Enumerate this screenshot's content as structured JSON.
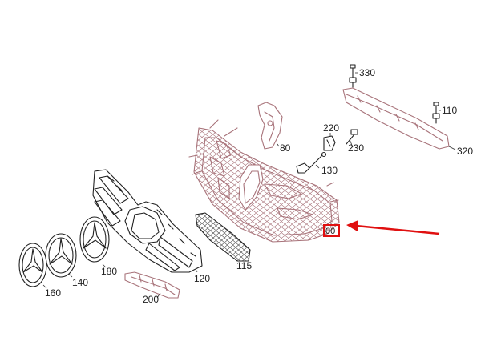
{
  "diagram": {
    "callouts": {
      "c330": "330",
      "c110": "110",
      "c320": "320",
      "c80": "80",
      "c220": "220",
      "c230": "230",
      "c130": "130",
      "c00": "00",
      "c115": "115",
      "c120": "120",
      "c180": "180",
      "c140": "140",
      "c160": "160",
      "c200": "200"
    },
    "highlight_color": "#e01010",
    "part_tint": "#a8737a"
  }
}
